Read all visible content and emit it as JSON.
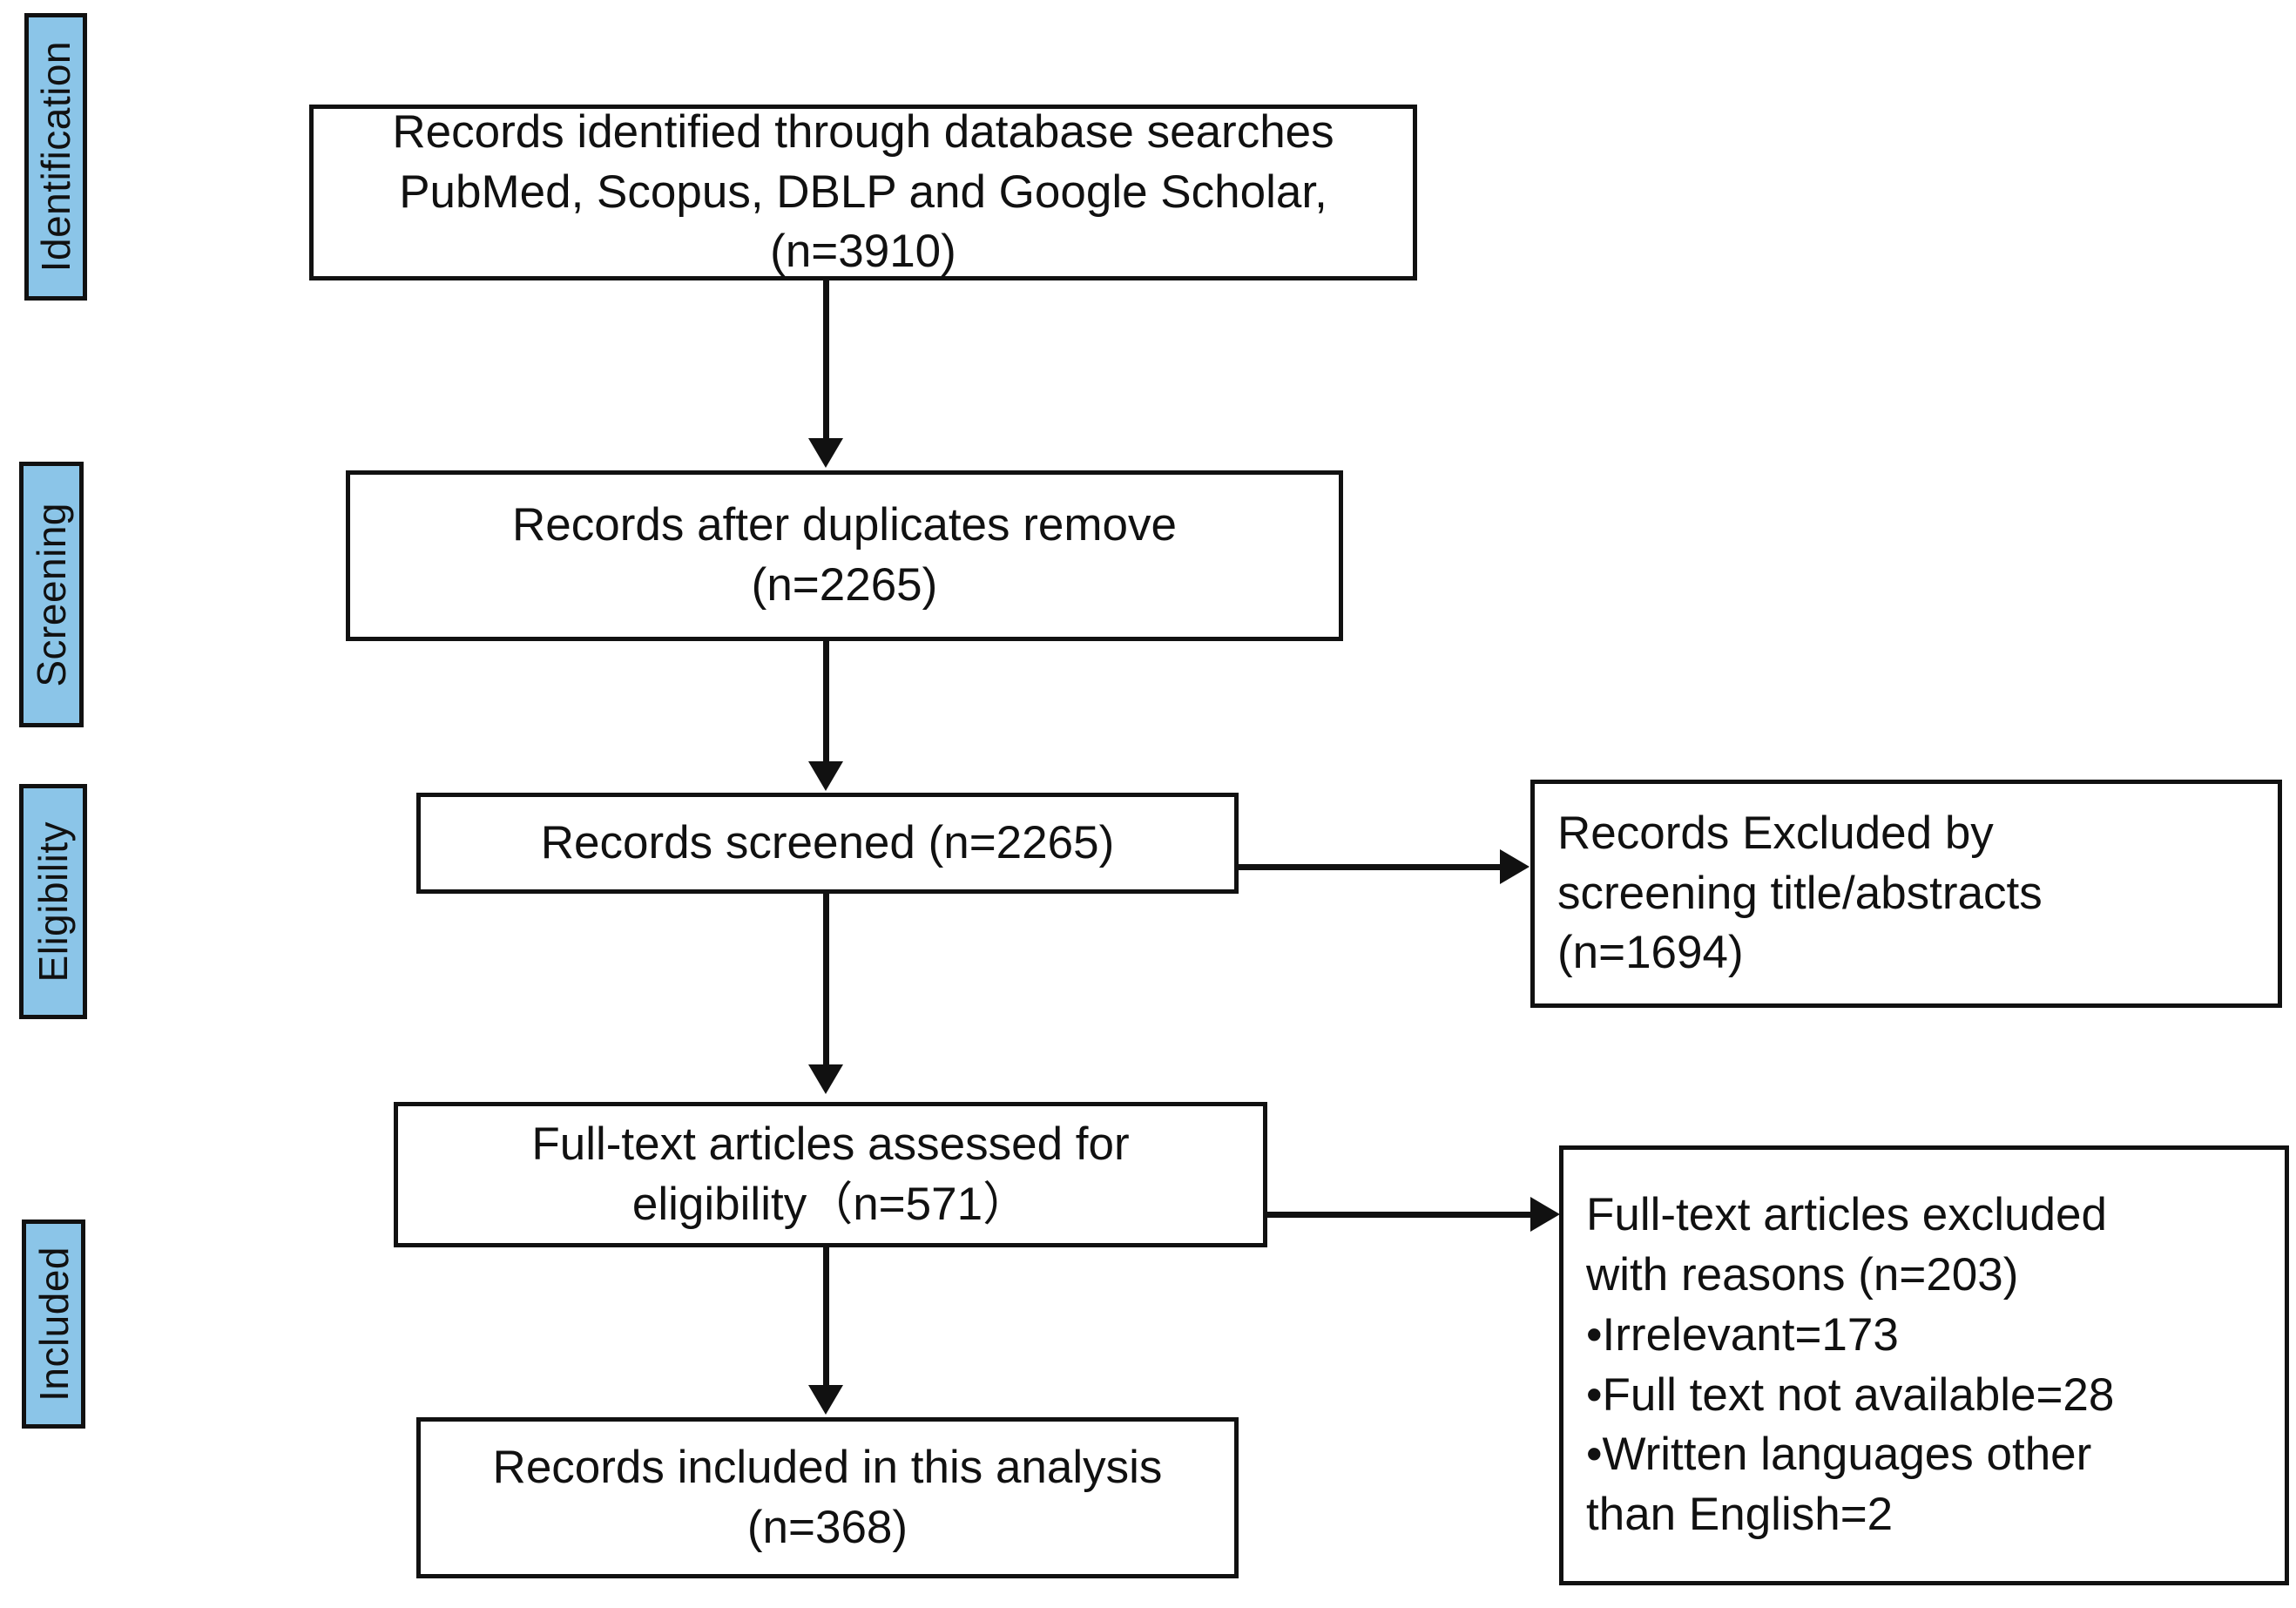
{
  "figure": {
    "type": "prisma-flow-diagram",
    "accent_color": "#8bc5e8",
    "line_color": "#111111",
    "background_color": "#ffffff"
  },
  "stages": [
    {
      "label": "Identification"
    },
    {
      "label": "Screening"
    },
    {
      "label": "Eligibility"
    },
    {
      "label": "Included"
    }
  ],
  "boxes": {
    "identified": {
      "text": "Records identified through database searches\nPubMed, Scopus, DBLP and Google Scholar,\n(n=3910)",
      "count": 3910
    },
    "after_duplicates": {
      "text": "Records after duplicates remove\n(n=2265)",
      "count": 2265
    },
    "screened": {
      "text": "Records screened (n=2265)",
      "count": 2265
    },
    "excluded_screening": {
      "text": "Records Excluded by\nscreening title/abstracts\n (n=1694)",
      "count": 1694
    },
    "fulltext_assessed": {
      "text": "Full-text articles assessed for\neligibility（n=571）",
      "count": 571
    },
    "fulltext_excluded": {
      "text": "Full-text articles excluded\nwith reasons (n=203)\n•Irrelevant=173\n•Full text not available=28\n•Written languages other\nthan English=2",
      "count": 203,
      "reasons": [
        {
          "label": "Irrelevant",
          "count": 173
        },
        {
          "label": "Full text not available",
          "count": 28
        },
        {
          "label": "Written languages other than English",
          "count": 2
        }
      ]
    },
    "included": {
      "text": "Records included in this analysis\n(n=368)",
      "count": 368
    }
  }
}
